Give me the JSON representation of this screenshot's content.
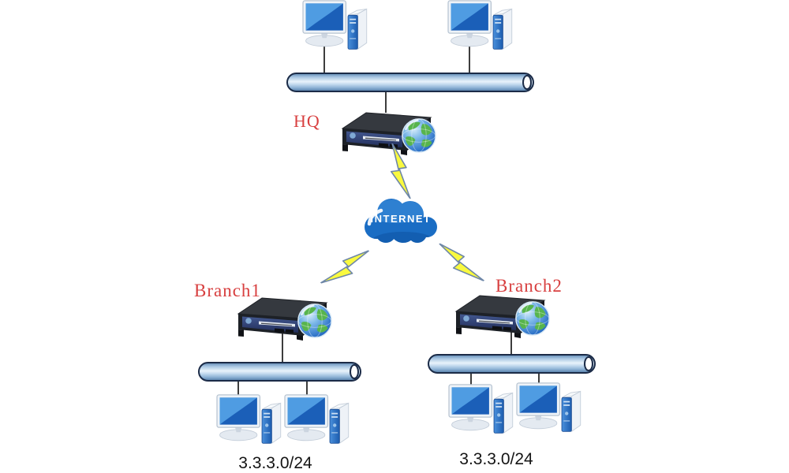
{
  "diagram": {
    "type": "network-topology",
    "internet": {
      "label": "INTERNET"
    },
    "hq": {
      "label": "HQ",
      "pc_count": 2
    },
    "branch1": {
      "label": "Branch1",
      "subnet": "3.3.3.0/24",
      "pc_count": 2
    },
    "branch2": {
      "label": "Branch2",
      "subnet": "3.3.3.0/24",
      "pc_count": 2
    },
    "nodes": [
      "hq-pc-1",
      "hq-pc-2",
      "hq-lan-bus",
      "hq-router",
      "internet-cloud",
      "branch1-router",
      "branch1-lan-bus",
      "branch1-pc-1",
      "branch1-pc-2",
      "branch2-router",
      "branch2-lan-bus",
      "branch2-pc-1",
      "branch2-pc-2"
    ],
    "edges": [
      {
        "from": "hq-pc-1",
        "to": "hq-lan-bus",
        "kind": "line"
      },
      {
        "from": "hq-pc-2",
        "to": "hq-lan-bus",
        "kind": "line"
      },
      {
        "from": "hq-lan-bus",
        "to": "hq-router",
        "kind": "line"
      },
      {
        "from": "hq-router",
        "to": "internet-cloud",
        "kind": "lightning"
      },
      {
        "from": "internet-cloud",
        "to": "branch1-router",
        "kind": "lightning"
      },
      {
        "from": "internet-cloud",
        "to": "branch2-router",
        "kind": "lightning"
      },
      {
        "from": "branch1-router",
        "to": "branch1-lan-bus",
        "kind": "line"
      },
      {
        "from": "branch1-lan-bus",
        "to": "branch1-pc-1",
        "kind": "line"
      },
      {
        "from": "branch1-lan-bus",
        "to": "branch1-pc-2",
        "kind": "line"
      },
      {
        "from": "branch2-router",
        "to": "branch2-lan-bus",
        "kind": "line"
      },
      {
        "from": "branch2-lan-bus",
        "to": "branch2-pc-1",
        "kind": "line"
      },
      {
        "from": "branch2-lan-bus",
        "to": "branch2-pc-2",
        "kind": "line"
      }
    ],
    "icons": {
      "desktop-computer-icon": "blue monitor with keyboard and tower",
      "router-icon": "dark 2U rack router with globe",
      "globe-icon": "blue-green earth globe",
      "internet-cloud-icon": "blue cloud",
      "lightning-bolt-icon": "yellow zigzag bolt",
      "ethernet-bus-icon": "blue cylinder segment with open right end"
    },
    "colors": {
      "site_label_red": "#d84040",
      "subnet_label_black": "#141414",
      "cloud_blue": "#1a6dc4",
      "bolt_yellow": "#f9f93f",
      "bolt_outline": "#6e87a8",
      "bus_outline": "#1b2b47",
      "bus_fill_light": "#e9f3fb",
      "monitor_blue": "#1b5fb8",
      "router_panel_blue": "#3d5292",
      "wire_gray": "#3d3d3d"
    }
  }
}
